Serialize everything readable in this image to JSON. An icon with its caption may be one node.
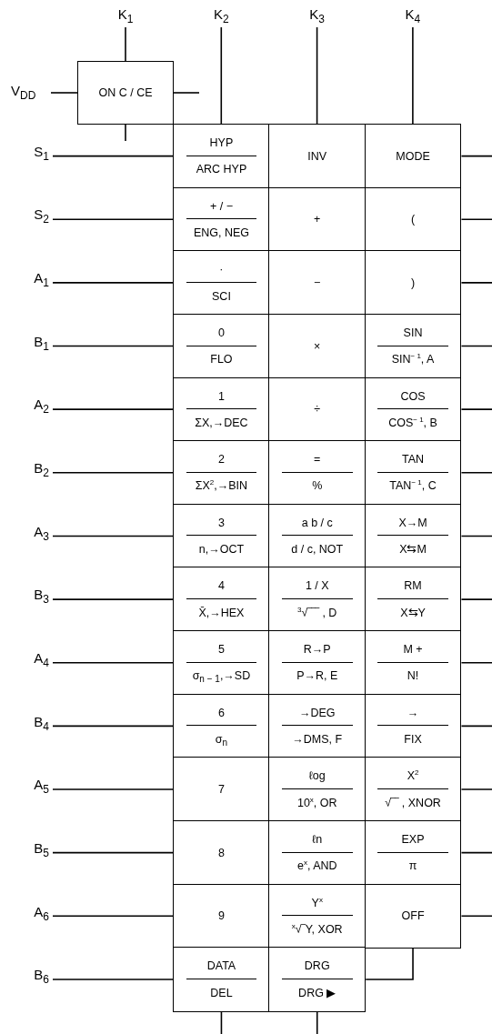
{
  "diagram": {
    "nodes": [
      {
        "text": [
          "K$_{1}$"
        ]
      },
      {
        "text": [
          "K$_{2}$"
        ]
      },
      {
        "text": [
          "K$_{3}$"
        ]
      },
      {
        "text": [
          "K$_{4}$"
        ]
      },
      {
        "text": [
          "V$_{DD}$"
        ]
      },
      {
        "text": [
          "ON C / CE"
        ]
      },
      {
        "text": [
          "S$_{1}$"
        ]
      },
      {
        "text": [
          "HYP",
          "ARC HYP"
        ]
      },
      {
        "text": [
          "INV"
        ]
      },
      {
        "text": [
          "MODE"
        ]
      },
      {
        "text": [
          "S$_{2}$"
        ]
      },
      {
        "text": [
          "+ / −",
          "ENG, NEG"
        ]
      },
      {
        "text": [
          "+"
        ]
      },
      {
        "text": [
          "("
        ]
      },
      {
        "text": [
          "A$_{1}$"
        ]
      },
      {
        "text": [
          "·",
          "SCI"
        ]
      },
      {
        "text": [
          "−"
        ]
      },
      {
        "text": [
          ")"
        ]
      },
      {
        "text": [
          "B$_{1}$"
        ]
      },
      {
        "text": [
          "0",
          "FLO"
        ]
      },
      {
        "text": [
          "×"
        ]
      },
      {
        "text": [
          "SIN",
          "SIN$^{− 1}$, A"
        ]
      },
      {
        "text": [
          "A$_{2}$"
        ]
      },
      {
        "text": [
          "1",
          "ΣX,→DEC"
        ]
      },
      {
        "text": [
          "÷"
        ]
      },
      {
        "text": [
          "COS",
          "COS$^{− 1}$, B"
        ]
      },
      {
        "text": [
          "B$_{2}$"
        ]
      },
      {
        "text": [
          "2",
          "ΣX$^{2}$,→BIN"
        ]
      },
      {
        "text": [
          "=",
          "%"
        ]
      },
      {
        "text": [
          "TAN",
          "TAN$^{− 1}$, C"
        ]
      },
      {
        "text": [
          "A$_{3}$"
        ]
      },
      {
        "text": [
          "3",
          "n,→OCT"
        ]
      },
      {
        "text": [
          "a b / c",
          "d / c, NOT"
        ]
      },
      {
        "text": [
          "X→M",
          "X⇆M"
        ]
      },
      {
        "text": [
          "B$_{3}$"
        ]
      },
      {
        "text": [
          "4",
          "X̄,→HEX"
        ]
      },
      {
        "text": [
          "1 / X",
          "$^{3}$√‾‾‾ , D"
        ]
      },
      {
        "text": [
          "RM",
          "X⇆Y"
        ]
      },
      {
        "text": [
          "A$_{4}$"
        ]
      },
      {
        "text": [
          "5",
          "σ$_{n − 1}$,→SD"
        ]
      },
      {
        "text": [
          "R→P",
          "P→R, E"
        ]
      },
      {
        "text": [
          "M +",
          "N!"
        ]
      },
      {
        "text": [
          "B$_{4}$"
        ]
      },
      {
        "text": [
          "6",
          "σ$_{n}$"
        ]
      },
      {
        "text": [
          "→DEG",
          "→DMS, F"
        ]
      },
      {
        "text": [
          "→",
          "FIX"
        ]
      },
      {
        "text": [
          "A$_{5}$"
        ]
      },
      {
        "text": [
          "7"
        ]
      },
      {
        "text": [
          "ℓog",
          "10$^{x}$, OR"
        ]
      },
      {
        "text": [
          "X$^{2}$",
          "√‾‾ , XNOR"
        ]
      },
      {
        "text": [
          "B$_{5}$"
        ]
      },
      {
        "text": [
          "8"
        ]
      },
      {
        "text": [
          "ℓn",
          "e$^{x}$, AND"
        ]
      },
      {
        "text": [
          "EXP",
          "π"
        ]
      },
      {
        "text": [
          "A$_{6}$"
        ]
      },
      {
        "text": [
          "9"
        ]
      },
      {
        "text": [
          "Y$^{x}$",
          "$^{x}$√‾Y, XOR"
        ]
      },
      {
        "text": [
          "OFF"
        ]
      },
      {
        "text": [
          "B$_{6}$"
        ]
      },
      {
        "text": [
          "DATA",
          "DEL"
        ]
      },
      {
        "text": [
          "DRG",
          "DRG ▶"
        ]
      }
    ],
    "edges": [
      {
        "from": 0,
        "to": 5,
        "arrow": "none"
      },
      {
        "from": 1,
        "to": 7,
        "arrow": "none"
      },
      {
        "from": 2,
        "to": 8,
        "arrow": "none"
      },
      {
        "from": 3,
        "to": 9,
        "arrow": "none"
      },
      {
        "from": 4,
        "to": 5,
        "arrow": "none"
      },
      {
        "from": 5,
        "to": null,
        "arrow": "none"
      },
      {
        "from": 5,
        "to": null,
        "arrow": "none"
      },
      {
        "from": 6,
        "to": 7,
        "arrow": "none"
      },
      {
        "from": 9,
        "to": null,
        "arrow": "none"
      },
      {
        "from": 10,
        "to": 11,
        "arrow": "none"
      },
      {
        "from": 13,
        "to": null,
        "arrow": "none"
      },
      {
        "from": 14,
        "to": 15,
        "arrow": "none"
      },
      {
        "from": 17,
        "to": null,
        "arrow": "none"
      },
      {
        "from": 18,
        "to": 19,
        "arrow": "none"
      },
      {
        "from": 21,
        "to": null,
        "arrow": "none"
      },
      {
        "from": 22,
        "to": 23,
        "arrow": "none"
      },
      {
        "from": 25,
        "to": null,
        "arrow": "none"
      },
      {
        "from": 26,
        "to": 27,
        "arrow": "none"
      },
      {
        "from": 29,
        "to": null,
        "arrow": "none"
      },
      {
        "from": 30,
        "to": 31,
        "arrow": "none"
      },
      {
        "from": 33,
        "to": null,
        "arrow": "none"
      },
      {
        "from": 34,
        "to": 35,
        "arrow": "none"
      },
      {
        "from": 37,
        "to": null,
        "arrow": "none"
      },
      {
        "from": 38,
        "to": 39,
        "arrow": "none"
      },
      {
        "from": 41,
        "to": null,
        "arrow": "none"
      },
      {
        "from": 42,
        "to": 43,
        "arrow": "none"
      },
      {
        "from": 45,
        "to": null,
        "arrow": "none"
      },
      {
        "from": 46,
        "to": 47,
        "arrow": "none"
      },
      {
        "from": 49,
        "to": null,
        "arrow": "none"
      },
      {
        "from": 50,
        "to": 51,
        "arrow": "none"
      },
      {
        "from": 53,
        "to": null,
        "arrow": "none"
      },
      {
        "from": 54,
        "to": 55,
        "arrow": "none"
      },
      {
        "from": 57,
        "to": null,
        "arrow": "none"
      },
      {
        "from": 57,
        "to": 60,
        "arrow": "none"
      },
      {
        "from": 58,
        "to": 59,
        "arrow": "none"
      },
      {
        "from": 59,
        "to": null,
        "arrow": "none"
      },
      {
        "from": 60,
        "to": null,
        "arrow": "none"
      }
    ]
  }
}
